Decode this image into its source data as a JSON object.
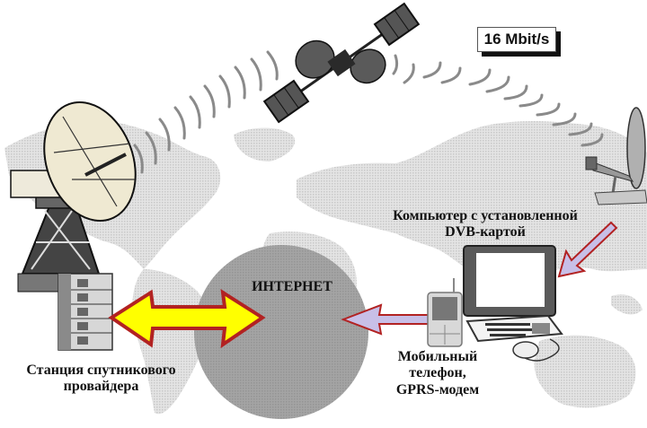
{
  "diagram": {
    "speed_badge": "16 Mbit/s",
    "internet_label": "ИНТЕРНЕТ",
    "computer_label_line1": "Компьютер с установленной",
    "computer_label_line2": "DVB-картой",
    "station_label_line1": "Станция спутникового",
    "station_label_line2": "провайдера",
    "mobile_label_line1": "Мобильный",
    "mobile_label_line2": "телефон,",
    "mobile_label_line3": "GPRS-модем"
  },
  "nodes": [
    {
      "id": "provider-station",
      "icon": "satellite-dish-tower-icon"
    },
    {
      "id": "satellite",
      "icon": "satellite-icon"
    },
    {
      "id": "home-dish",
      "icon": "small-satellite-dish-icon"
    },
    {
      "id": "computer",
      "icon": "desktop-computer-icon"
    },
    {
      "id": "mobile",
      "icon": "mobile-phone-icon"
    },
    {
      "id": "internet",
      "icon": "globe-circle-icon"
    }
  ],
  "connections": [
    {
      "from": "provider-station",
      "to": "internet",
      "style": "double-arrow",
      "color": "#ffff00",
      "border": "#b22222"
    },
    {
      "from": "mobile",
      "to": "internet",
      "style": "arrow",
      "color": "#c8bfe7",
      "border": "#b22222"
    },
    {
      "from": "home-dish",
      "to": "computer",
      "style": "arrow",
      "color": "#c8bfe7",
      "border": "#b22222"
    },
    {
      "from": "provider-station",
      "to": "satellite",
      "style": "signal-waves"
    },
    {
      "from": "satellite",
      "to": "home-dish",
      "style": "signal-waves"
    }
  ],
  "colors": {
    "background": "#ffffff",
    "map": "#d9d9d9",
    "internet_circle": "#9e9e9e",
    "arrow_yellow": "#ffff00",
    "arrow_border": "#b22222",
    "arrow_lilac": "#c8bfe7"
  }
}
